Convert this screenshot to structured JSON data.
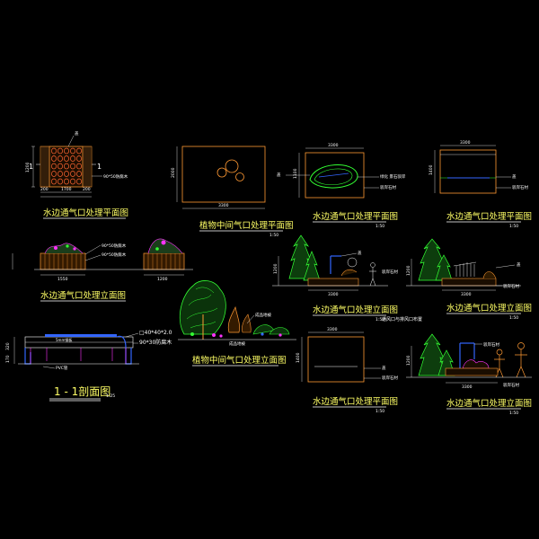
{
  "colors": {
    "background": "#000000",
    "title": "#ffff66",
    "outline_orange": "#ff9933",
    "tree_green": "#33ff33",
    "dimension": "#ffffff",
    "flower_magenta": "#ff33ff",
    "water_blue": "#3366ff"
  },
  "panels": {
    "plan1": {
      "title": "水边通气口处理平面图",
      "dims": [
        "1200",
        "1700",
        "200",
        "200"
      ],
      "labels": [
        "盖",
        "90*50防腐木"
      ],
      "marks": [
        "1",
        "1"
      ]
    },
    "plan2": {
      "title": "植物中间气口处理平面图",
      "scale": "1:50",
      "dims": [
        "3300",
        "2000"
      ]
    },
    "plan3": {
      "title": "水边通气口处理平面图",
      "scale": "1:50",
      "dims": [
        "3300",
        "1100"
      ],
      "labels": [
        "盖",
        "绿化 景石驳岸",
        "驳岸石材"
      ]
    },
    "plan4": {
      "title": "水边通气口处理平面图",
      "scale": "1:50",
      "dims": [
        "3300",
        "1400"
      ],
      "labels": [
        "盖",
        "驳岸石材"
      ]
    },
    "elev1": {
      "title": "水边通气口处理立面图",
      "dims": [
        "1550",
        "1200"
      ],
      "labels": [
        "90*50防腐木",
        "90*50防腐木"
      ]
    },
    "elev2": {
      "title": "水边通气口处理立面图",
      "scale": "1:50",
      "dims": [
        "3300",
        "1200"
      ],
      "labels": [
        "盖",
        "驳岸石材"
      ],
      "note": "通风口与排风口布置"
    },
    "elev3": {
      "title": "水边通气口处理立面图",
      "scale": "1:50",
      "dims": [
        "3300",
        "1200"
      ],
      "labels": [
        "盖",
        "驳岸石材"
      ]
    },
    "section": {
      "title": "1 - 1剖面图",
      "scale": "1:25",
      "labels": [
        "□40*40*2.0",
        "90*30防腐木",
        "5mm钢板",
        "PVC管"
      ],
      "dims": [
        "320",
        "170"
      ]
    },
    "elev4": {
      "title": "植物中间气口处理立面图",
      "labels": [
        "成品地被",
        "成品地被"
      ]
    },
    "plan5": {
      "title": "水边通气口处理平面图",
      "scale": "1:50",
      "dims": [
        "3300",
        "1400"
      ],
      "labels": [
        "盖",
        "驳岸石材"
      ]
    },
    "elev5": {
      "title": "水边通气口处理立面图",
      "scale": "1:50",
      "dims": [
        "3300",
        "1200"
      ],
      "labels": [
        "驳岸石材",
        "驳岸石材"
      ]
    }
  }
}
